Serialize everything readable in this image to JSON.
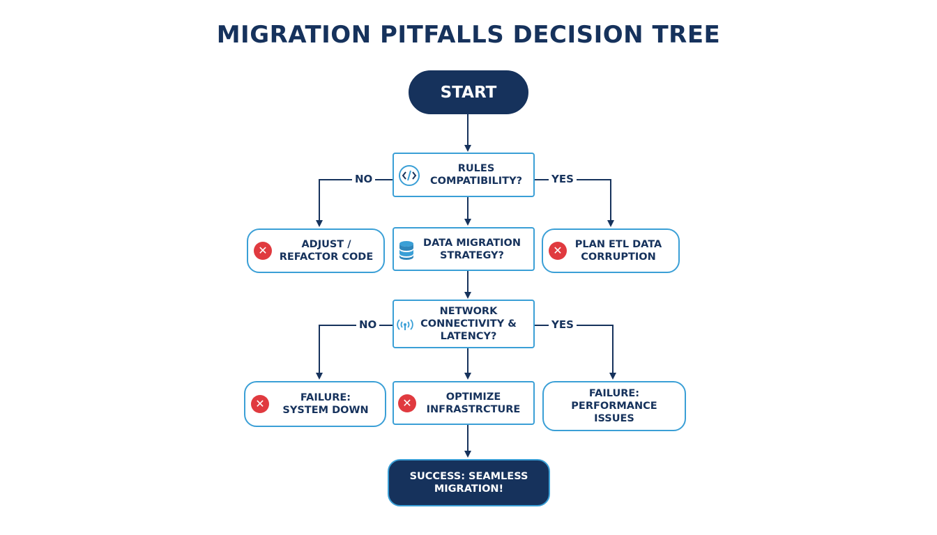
{
  "title": "MIGRATION PITFALLS DECISION TREE",
  "colors": {
    "navy": "#16325c",
    "accent_blue": "#3a9fd6",
    "error_red": "#e03a3f",
    "background": "#ffffff"
  },
  "nodes": {
    "start": {
      "label": "START"
    },
    "rules": {
      "label": "RULES\nCOMPATIBILITY?",
      "icon": "code-icon"
    },
    "adjust": {
      "label": "ADJUST /\nREFACTOR CODE",
      "icon": "error-x-icon"
    },
    "data_migration": {
      "label": "DATA MIGRATION\nSTRATEGY?",
      "icon": "database-icon"
    },
    "plan_etl": {
      "label": "PLAN ETL DATA\nCORRUPTION",
      "icon": "error-x-icon"
    },
    "network": {
      "label": "NETWORK\nCONNECTIVITY &\nLATENCY?",
      "icon": "signal-icon"
    },
    "failure_down": {
      "label": "FAILURE:\nSYSTEM DOWN",
      "icon": "error-x-icon"
    },
    "optimize": {
      "label": "OPTIMIZE\nINFRASTRCTURE",
      "icon": "error-x-icon"
    },
    "failure_perf": {
      "label": "FAILURE:\nPERFORMANCE\nISSUES"
    },
    "success": {
      "label": "SUCCESS: SEAMLESS\nMIGRATION!"
    }
  },
  "edge_labels": {
    "rules_no": "NO",
    "rules_yes": "YES",
    "network_no": "NO",
    "network_yes": "YES"
  }
}
